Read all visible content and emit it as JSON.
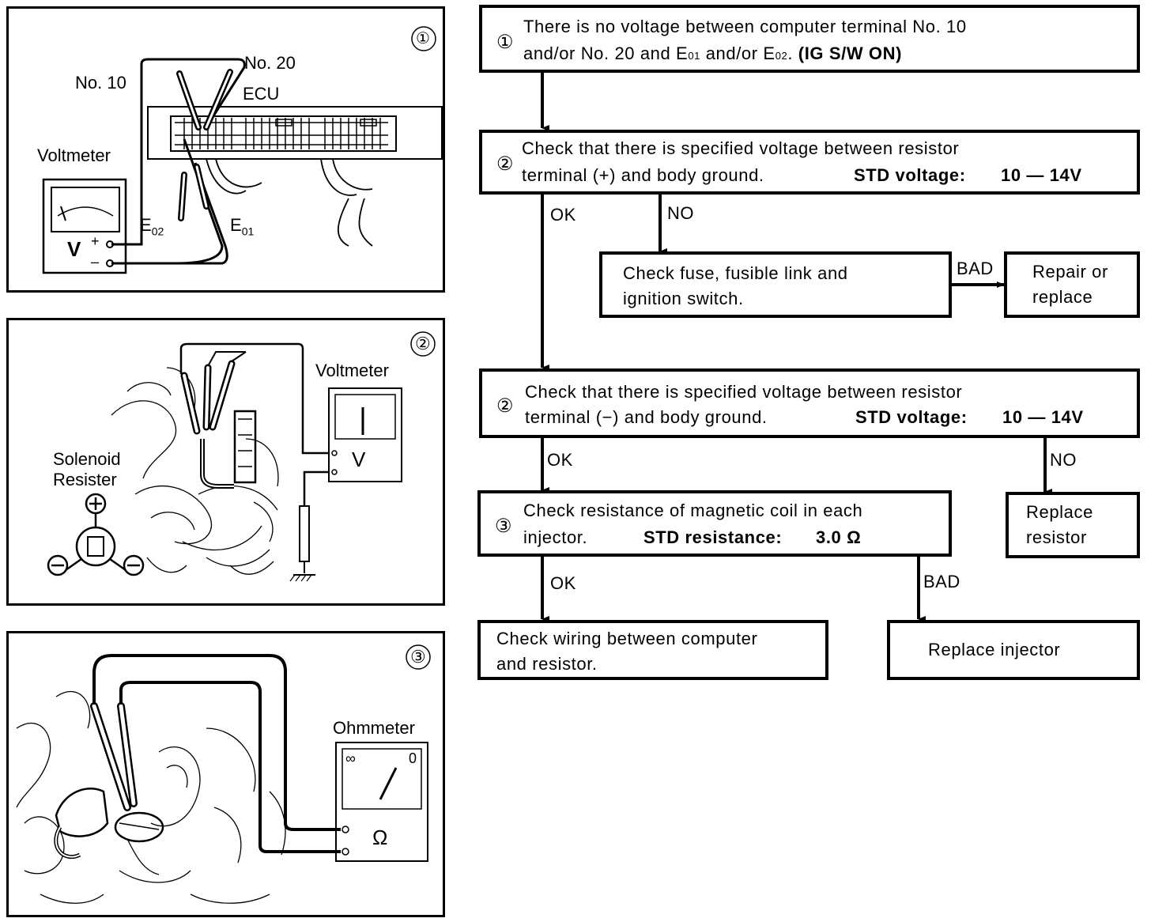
{
  "panels": {
    "p1": {
      "num": "①",
      "no10": "No. 10",
      "no20": "No. 20",
      "ecu": "ECU",
      "voltmeter": "Voltmeter",
      "v": "V",
      "plus": "+",
      "minus": "–",
      "e02": "E",
      "e02_sub": "02",
      "e01": "E",
      "e01_sub": "01"
    },
    "p2": {
      "num": "②",
      "voltmeter": "Voltmeter",
      "v": "V",
      "solenoid": "Solenoid",
      "resister": "Resister"
    },
    "p3": {
      "num": "③",
      "ohmmeter": "Ohmmeter",
      "inf": "∞",
      "zero": "0",
      "omega": "Ω"
    }
  },
  "flow": {
    "box1": {
      "num": "①",
      "line1": "There is no voltage between computer terminal No. 10",
      "line2a": "and/or No. 20 and E",
      "line2b": "01",
      "line2c": " and/or E",
      "line2d": "02",
      "line2e": ". ",
      "line2f": "(IG S/W ON)"
    },
    "box2": {
      "num": "②",
      "line1": "Check that there is specified voltage between resistor",
      "line2": "terminal (+) and body ground.",
      "std_label": "STD voltage:",
      "std_value": "10 — 14V"
    },
    "box_fuse": {
      "line1": "Check fuse, fusible link and",
      "line2": "ignition switch."
    },
    "box_repair": {
      "line1": "Repair or",
      "line2": "replace"
    },
    "box3": {
      "num": "②",
      "line1": "Check that there is specified voltage between resistor",
      "line2": "terminal (−) and body ground.",
      "std_label": "STD voltage:",
      "std_value": "10 — 14V"
    },
    "box_replace_resistor": {
      "line1": "Replace",
      "line2": "resistor"
    },
    "box4": {
      "num": "③",
      "line1": "Check resistance of magnetic coil in each",
      "line2": "injector.",
      "std_label": "STD resistance:",
      "std_value": "3.0 Ω"
    },
    "box_wiring": {
      "line1": "Check wiring between computer",
      "line2": "and resistor."
    },
    "box_replace_injector": {
      "line1": "Replace injector"
    },
    "labels": {
      "ok1": "OK",
      "no1": "NO",
      "bad1": "BAD",
      "ok2": "OK",
      "no2": "NO",
      "ok3": "OK",
      "bad2": "BAD"
    }
  }
}
